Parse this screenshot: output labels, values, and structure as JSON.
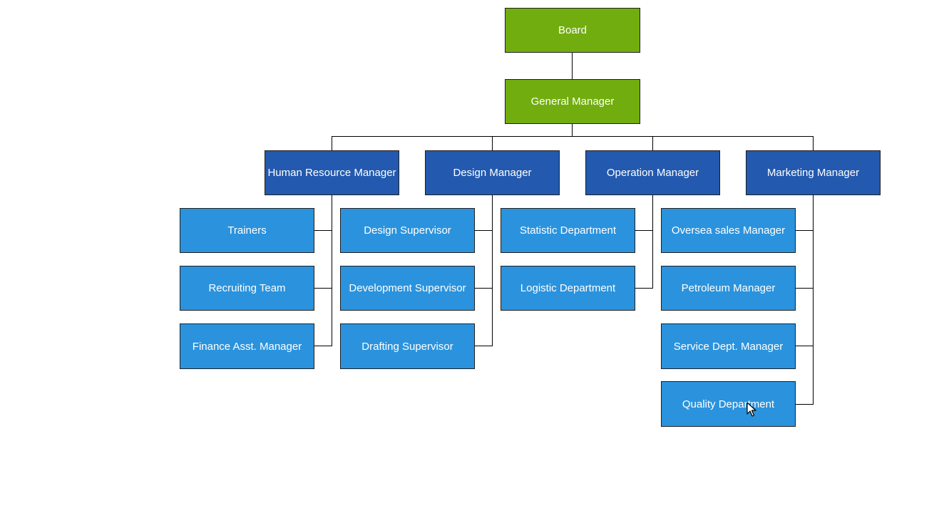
{
  "colors": {
    "top_level": "#72ad0f",
    "manager": "#2359ae",
    "team": "#2b93dd",
    "connector": "#000000",
    "border": "#1f1f1f"
  },
  "org_chart": {
    "board": "Board",
    "general_manager": "General Manager",
    "managers": [
      {
        "label": "Human Resource Manager",
        "reports": [
          "Trainers",
          "Recruiting Team",
          "Finance Asst. Manager"
        ]
      },
      {
        "label": "Design Manager",
        "reports": [
          "Design Supervisor",
          "Development Supervisor",
          "Drafting Supervisor"
        ]
      },
      {
        "label": "Operation Manager",
        "reports": [
          "Statistic Department",
          "Logistic Department"
        ]
      },
      {
        "label": "Marketing Manager",
        "reports": [
          "Oversea sales Manager",
          "Petroleum Manager",
          "Service Dept. Manager",
          "Quality Department"
        ]
      }
    ]
  },
  "cursor_icon": "arrow-pointer-icon"
}
